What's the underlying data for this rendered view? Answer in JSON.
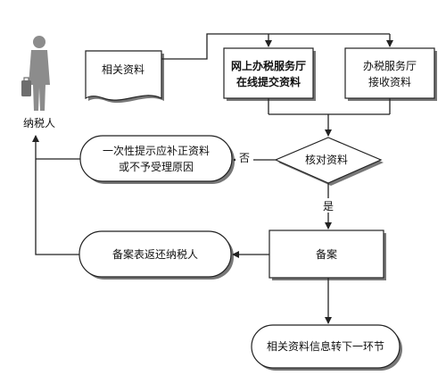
{
  "taxpayer": {
    "label": "纳税人",
    "icon": "person-with-briefcase-icon"
  },
  "documents": {
    "label": "相关资料"
  },
  "online_submit": {
    "line1": "网上办税服务厅",
    "line2": "在线提交资料"
  },
  "counter_receive": {
    "line1": "办税服务厅",
    "line2": "接收资料"
  },
  "verify": {
    "label": "核对资料"
  },
  "notify_correction": {
    "line1": "一次性提示应补正资料",
    "line2": "或不予受理原因"
  },
  "no_label": "否",
  "yes_label": "是",
  "filing": {
    "label": "备案"
  },
  "return_form": {
    "label": "备案表返还纳税人"
  },
  "transfer": {
    "label": "相关资料信息转下一环节"
  },
  "colors": {
    "line": "#222222",
    "shadow": "#777777",
    "figure": "#8c8c8c"
  }
}
